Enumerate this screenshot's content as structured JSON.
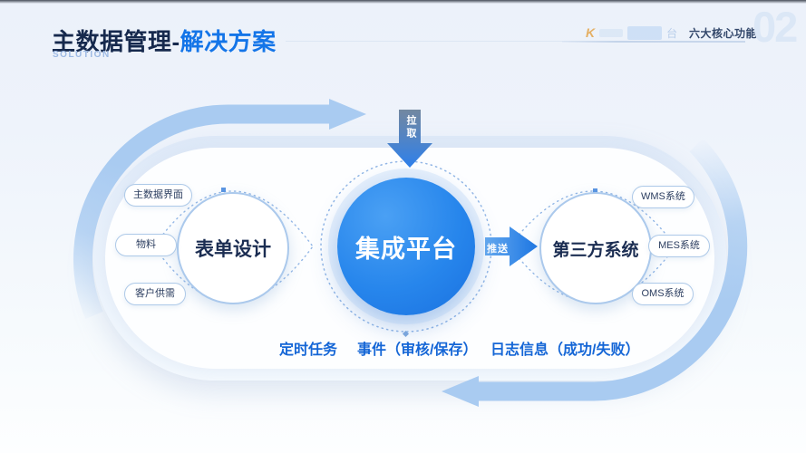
{
  "header": {
    "title_main": "主数据管理-",
    "title_accent": "解决方案",
    "subtitle": "SOLUTION",
    "logo_fragment_1": "K",
    "logo_fragment_2": "台",
    "brand_label": "六大核心功能",
    "page_number": "02"
  },
  "diagram": {
    "pull_label": "拉取",
    "push_label": "推送",
    "left_node": {
      "title": "表单设计",
      "tags": [
        "主数据界面",
        "物料",
        "客户供需"
      ]
    },
    "center_node": {
      "title": "集成平台"
    },
    "right_node": {
      "title": "第三方系统",
      "tags": [
        "WMS系统",
        "MES系统",
        "OMS系统"
      ]
    },
    "footer_labels": [
      "定时任务",
      "事件（审核/保存）",
      "日志信息（成功/失败）"
    ]
  },
  "colors": {
    "accent_blue": "#1475e8",
    "title_navy": "#16294d",
    "hub_blue": "#2080ea",
    "loop_blue": "#a9cbf1",
    "dotted_blue": "#93b7e6",
    "footer_blue": "#1566d6",
    "pill_border": "#adc9e8",
    "page_num_blue": "#dbe7f6"
  }
}
